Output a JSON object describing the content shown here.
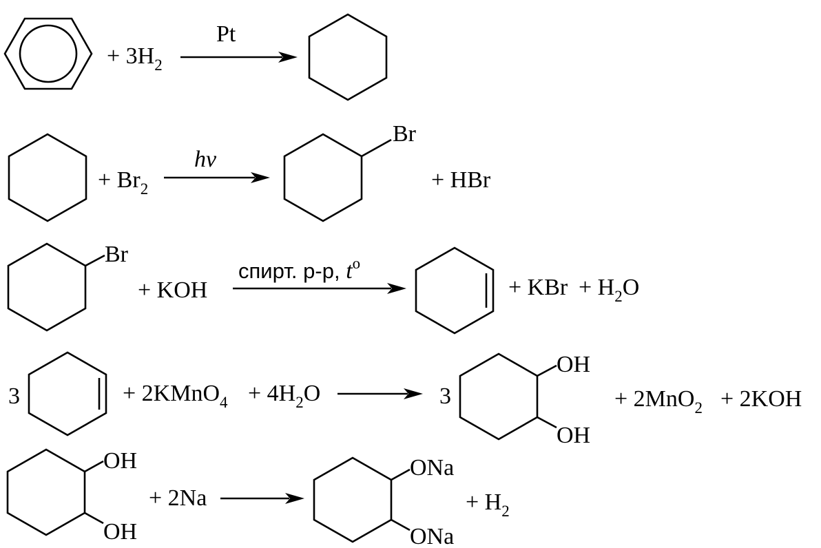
{
  "reactions": [
    {
      "reactant_term": "+ 3H",
      "reactant_sub": "2",
      "catalyst": "Pt"
    },
    {
      "reactant_term": "+ Br",
      "reactant_sub": "2",
      "condition": "hv",
      "product_label": "Br",
      "byproduct": "+ HBr"
    },
    {
      "start_label": "Br",
      "reactant_term": "+ KOH",
      "condition_text": "спирт. р-р, ",
      "condition_temp": "t",
      "condition_temp_sup": "o",
      "byproduct_1": "+ KBr",
      "byproduct_2": "+ H",
      "byproduct_2_sub": "2",
      "byproduct_2_tail": "O"
    },
    {
      "coef_start": "3",
      "term_1": "+ 2KMnO",
      "term_1_sub": "4",
      "term_2": "+ 4H",
      "term_2_sub": "2",
      "term_2_tail": "O",
      "coef_product": "3",
      "product_label_top": "OH",
      "product_label_bottom": "OH",
      "byproduct_1": "+ 2MnO",
      "byproduct_1_sub": "2",
      "byproduct_2": "+ 2KOH"
    },
    {
      "start_label_top": "OH",
      "start_label_bottom": "OH",
      "reactant_term": "+ 2Na",
      "product_label_top": "ONa",
      "product_label_bottom": "ONa",
      "byproduct": "+ H",
      "byproduct_sub": "2"
    }
  ]
}
